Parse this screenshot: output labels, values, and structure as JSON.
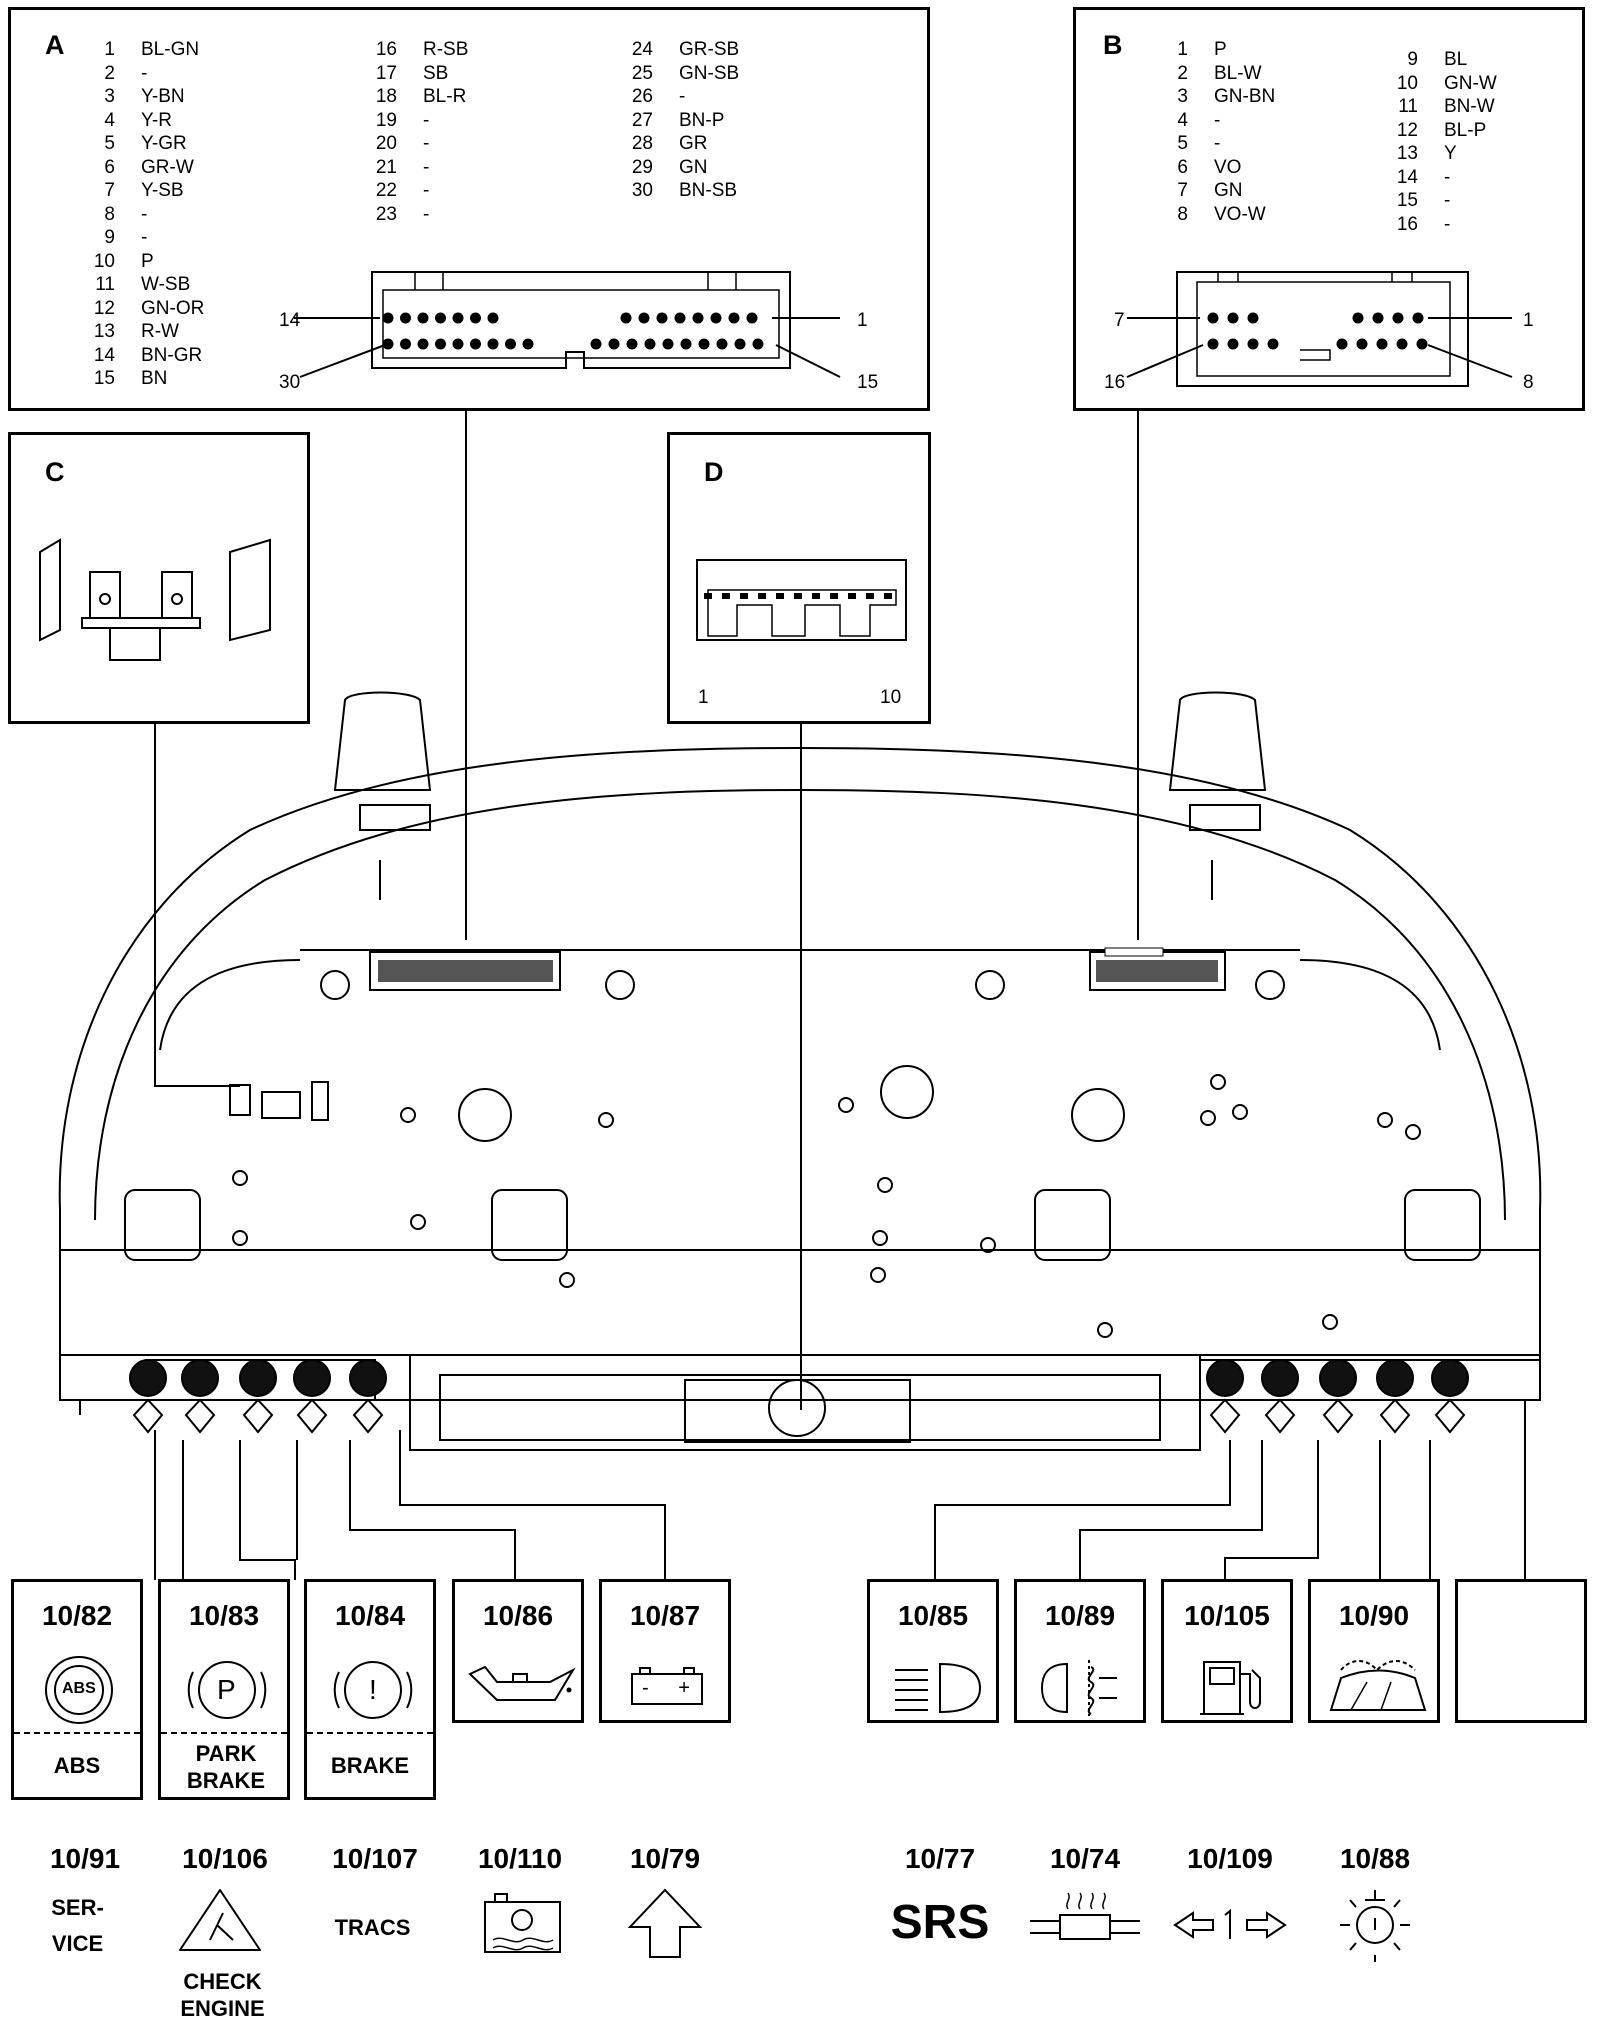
{
  "connector_a": {
    "letter": "A",
    "pins": [
      {
        "n": "1",
        "c": "BL-GN"
      },
      {
        "n": "2",
        "c": "-"
      },
      {
        "n": "3",
        "c": "Y-BN"
      },
      {
        "n": "4",
        "c": "Y-R"
      },
      {
        "n": "5",
        "c": "Y-GR"
      },
      {
        "n": "6",
        "c": "GR-W"
      },
      {
        "n": "7",
        "c": "Y-SB"
      },
      {
        "n": "8",
        "c": "-"
      },
      {
        "n": "9",
        "c": "-"
      },
      {
        "n": "10",
        "c": "P"
      },
      {
        "n": "11",
        "c": "W-SB"
      },
      {
        "n": "12",
        "c": "GN-OR"
      },
      {
        "n": "13",
        "c": "R-W"
      },
      {
        "n": "14",
        "c": "BN-GR"
      },
      {
        "n": "15",
        "c": "BN"
      },
      {
        "n": "16",
        "c": "R-SB"
      },
      {
        "n": "17",
        "c": "SB"
      },
      {
        "n": "18",
        "c": "BL-R"
      },
      {
        "n": "19",
        "c": "-"
      },
      {
        "n": "20",
        "c": "-"
      },
      {
        "n": "21",
        "c": "-"
      },
      {
        "n": "22",
        "c": "-"
      },
      {
        "n": "23",
        "c": "-"
      },
      {
        "n": "24",
        "c": "GR-SB"
      },
      {
        "n": "25",
        "c": "GN-SB"
      },
      {
        "n": "26",
        "c": "-"
      },
      {
        "n": "27",
        "c": "BN-P"
      },
      {
        "n": "28",
        "c": "GR"
      },
      {
        "n": "29",
        "c": "GN"
      },
      {
        "n": "30",
        "c": "BN-SB"
      }
    ],
    "callouts": {
      "top_left": "14",
      "top_right": "1",
      "bottom_left": "30",
      "bottom_right": "15"
    }
  },
  "connector_b": {
    "letter": "B",
    "pins": [
      {
        "n": "1",
        "c": "P"
      },
      {
        "n": "2",
        "c": "BL-W"
      },
      {
        "n": "3",
        "c": "GN-BN"
      },
      {
        "n": "4",
        "c": "-"
      },
      {
        "n": "5",
        "c": "-"
      },
      {
        "n": "6",
        "c": "VO"
      },
      {
        "n": "7",
        "c": "GN"
      },
      {
        "n": "8",
        "c": "VO-W"
      },
      {
        "n": "9",
        "c": "BL"
      },
      {
        "n": "10",
        "c": "GN-W"
      },
      {
        "n": "11",
        "c": "BN-W"
      },
      {
        "n": "12",
        "c": "BL-P"
      },
      {
        "n": "13",
        "c": "Y"
      },
      {
        "n": "14",
        "c": "-"
      },
      {
        "n": "15",
        "c": "-"
      },
      {
        "n": "16",
        "c": "-"
      }
    ],
    "callouts": {
      "top_left": "7",
      "top_right": "1",
      "bottom_left": "16",
      "bottom_right": "8"
    }
  },
  "connector_c": {
    "letter": "C"
  },
  "connector_d": {
    "letter": "D",
    "callouts": {
      "left": "1",
      "right": "10"
    }
  },
  "lamps": [
    {
      "ref": "10/82",
      "symbol": "abs-icon",
      "symbol_text": "ABS",
      "label": "ABS"
    },
    {
      "ref": "10/83",
      "symbol": "park-brake-icon",
      "symbol_text": "P",
      "label": "PARK BRAKE"
    },
    {
      "ref": "10/84",
      "symbol": "brake-warning-icon",
      "symbol_text": "!",
      "label": "BRAKE"
    },
    {
      "ref": "10/86",
      "symbol": "oil-can-icon"
    },
    {
      "ref": "10/87",
      "symbol": "battery-icon",
      "symbol_text": "- +"
    },
    {
      "ref": "10/85",
      "symbol": "headlight-icon"
    },
    {
      "ref": "10/89",
      "symbol": "fog-light-icon"
    },
    {
      "ref": "10/105",
      "symbol": "fuel-pump-icon"
    },
    {
      "ref": "10/90",
      "symbol": "washer-icon"
    },
    {
      "ref": "",
      "symbol": "blank"
    }
  ],
  "legend": [
    {
      "ref": "10/91",
      "text": "SER-\nVICE"
    },
    {
      "ref": "10/106",
      "symbol": "check-engine-icon",
      "text": "CHECK\nENGINE"
    },
    {
      "ref": "10/107",
      "text": "TRACS"
    },
    {
      "ref": "10/110",
      "symbol": "coolant-icon"
    },
    {
      "ref": "10/79",
      "symbol": "up-arrow-icon"
    },
    {
      "ref": "10/77",
      "text": "SRS"
    },
    {
      "ref": "10/74",
      "symbol": "rear-defrost-icon"
    },
    {
      "ref": "10/109",
      "symbol": "turn-signal-icon"
    },
    {
      "ref": "10/88",
      "symbol": "bulb-failure-icon"
    }
  ]
}
